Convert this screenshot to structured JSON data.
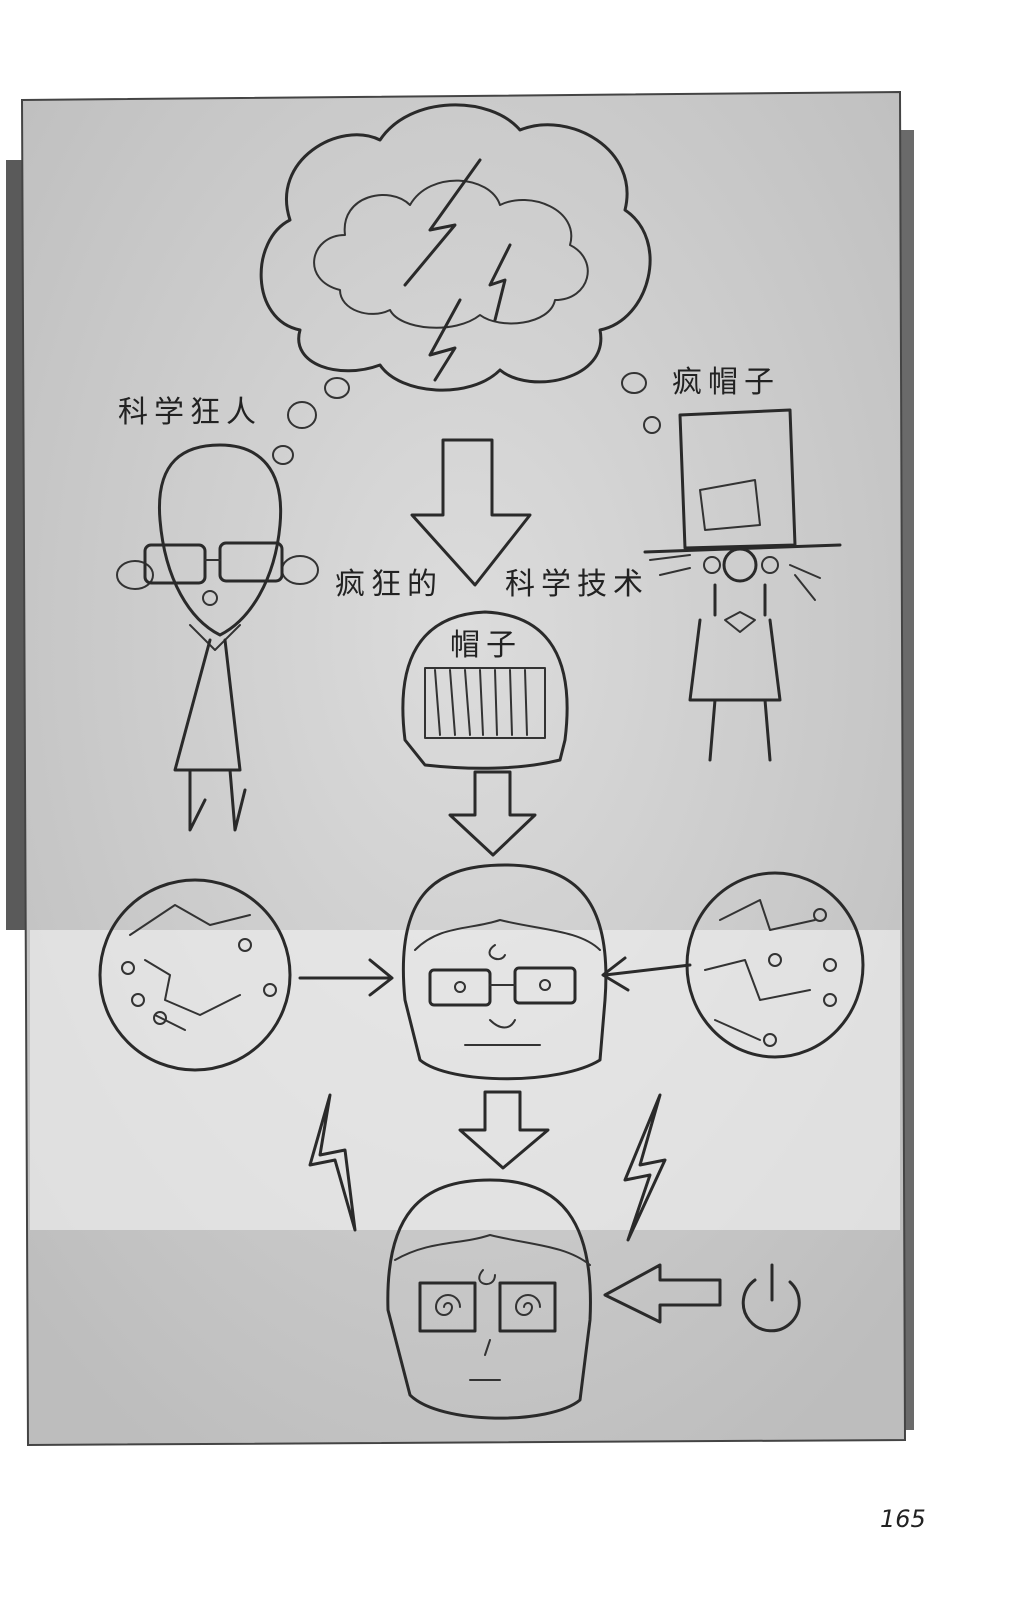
{
  "labels": {
    "mad_scientist": "科学狂人",
    "mad_hatter": "疯帽子",
    "crazy": "疯狂的",
    "science_tech": "科学技术",
    "hat": "帽子"
  },
  "page_number": "165",
  "colors": {
    "ink": "#2a2a2a",
    "wash": "#c9c9c9",
    "edge": "#555555"
  }
}
